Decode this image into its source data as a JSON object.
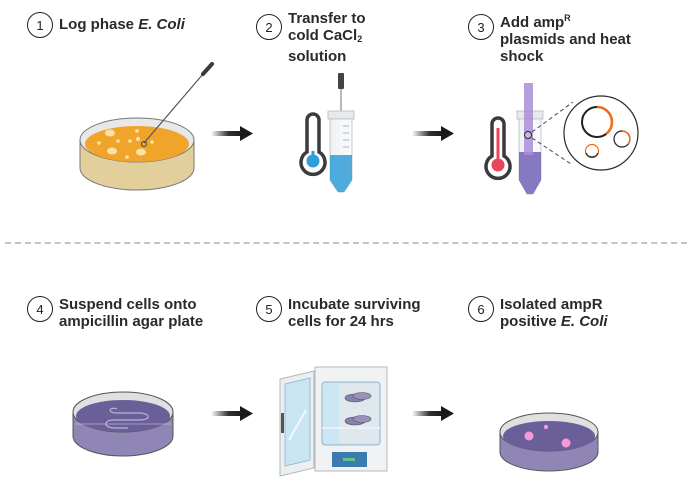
{
  "title": "Bacterial transformation protocol",
  "steps": [
    {
      "number": "1",
      "label_parts": [
        "Log phase ",
        "E. Coli"
      ],
      "illustration": "petri-dish-orange-with-inoculating-loop"
    },
    {
      "number": "2",
      "label_parts": [
        "Transfer to",
        "cold CaCl",
        "2",
        "solution"
      ],
      "illustration": "cold-thermometer-and-conical-tube"
    },
    {
      "number": "3",
      "label_parts": [
        "Add amp",
        "R",
        "plasmids and heat",
        "shock"
      ],
      "illustration": "hot-thermometer-tube-and-plasmid-zoom"
    },
    {
      "number": "4",
      "label_parts": [
        "Suspend cells onto",
        "ampicillin agar plate"
      ],
      "illustration": "purple-agar-plate-with-streak"
    },
    {
      "number": "5",
      "label_parts": [
        "Incubate surviving",
        "cells for 24 hrs"
      ],
      "illustration": "incubator-with-plates"
    },
    {
      "number": "6",
      "label_parts": [
        "Isolated ampR",
        "positive ",
        "E. Coli"
      ],
      "illustration": "purple-plate-with-pink-colonies"
    }
  ],
  "colors": {
    "agar_orange": "#f0a429",
    "cold_blue": "#2e9fd8",
    "hot_red": "#e8465b",
    "plasmid_orange": "#f06a1a",
    "amp_purple": "#6a5f98",
    "colony_pink": "#f59ad6",
    "arrow": "#1a1a1a",
    "divider": "#c4c4c4"
  }
}
